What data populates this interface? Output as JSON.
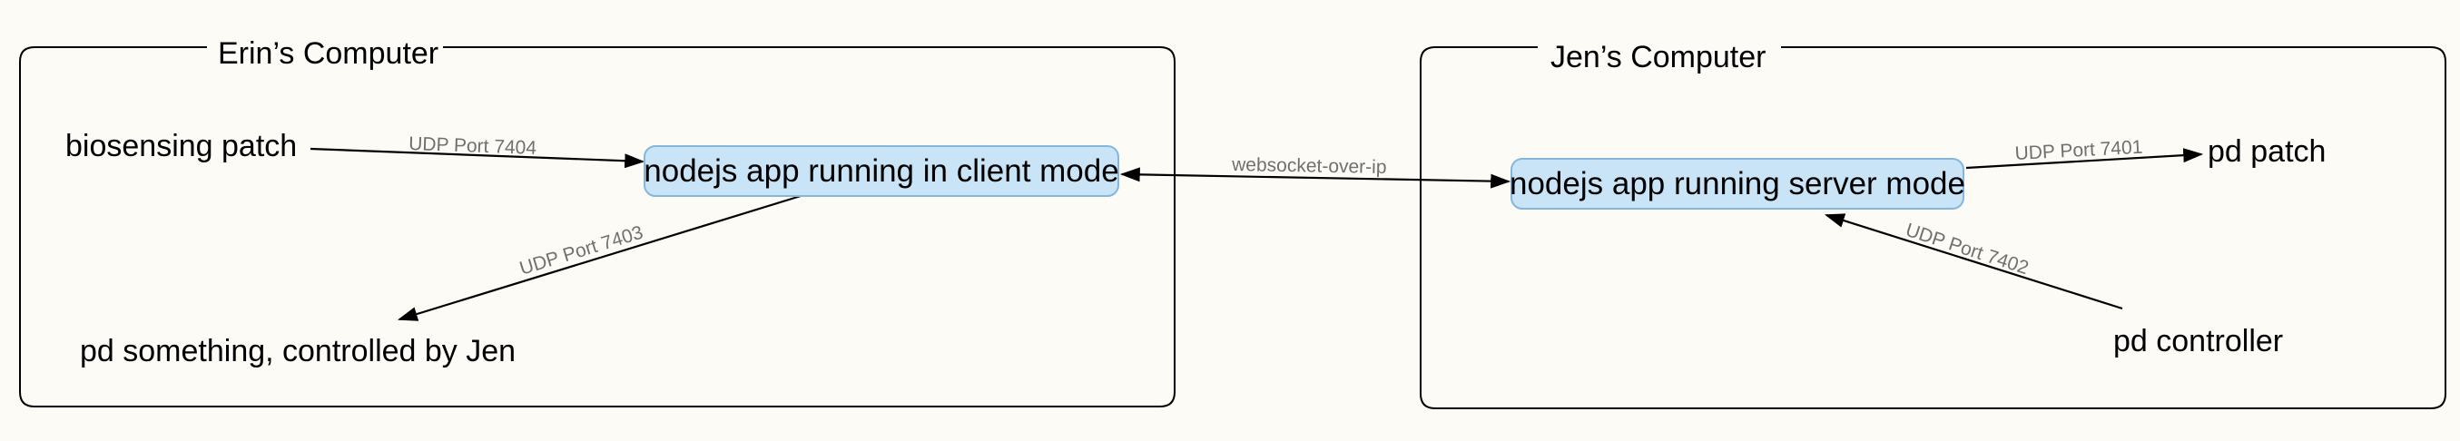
{
  "groups": {
    "erin": {
      "title": "Erin’s Computer"
    },
    "jen": {
      "title": "Jen’s Computer"
    }
  },
  "nodes": {
    "biosensing": "biosensing patch",
    "client_app": "nodejs app running in client mode",
    "pd_something": "pd something, controlled by Jen",
    "server_app": "nodejs app running server mode",
    "pd_patch": "pd patch",
    "pd_controller": "pd controller"
  },
  "edges": {
    "biosensing_to_client": "UDP Port 7404",
    "client_to_pd_something": "UDP Port 7403",
    "client_server": "websocket-over-ip",
    "server_to_pd_patch": "UDP Port 7401",
    "controller_to_server": "UDP Port 7402"
  }
}
